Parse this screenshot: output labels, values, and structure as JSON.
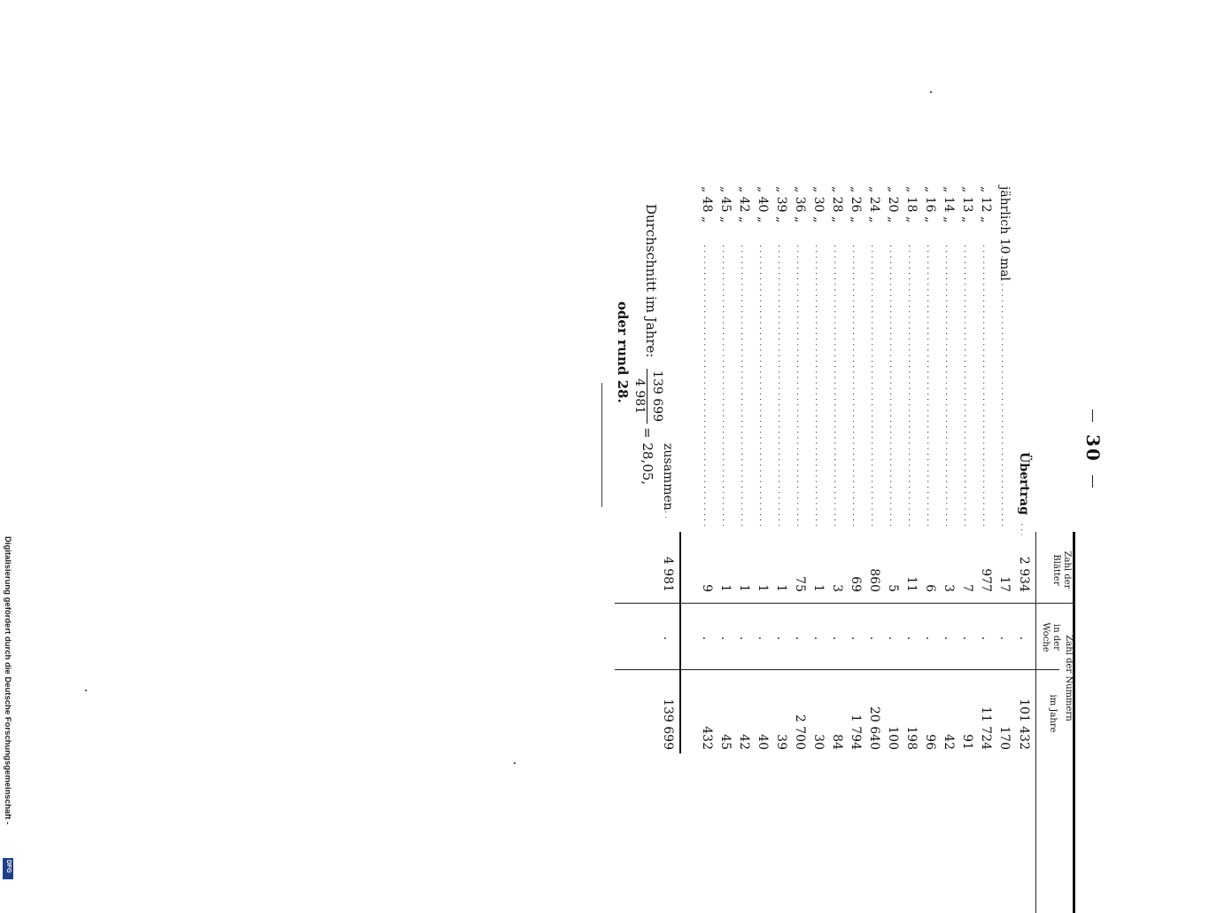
{
  "page_number": "30",
  "header": {
    "col1": "Zahl der Blätter",
    "group": "Zahl der Nummern",
    "col2": "in der Woche",
    "col3": "im Jahre"
  },
  "carry_label": "Übertrag",
  "carry": {
    "blaetter": "2 934",
    "woche": ".",
    "jahre": "101 432"
  },
  "rows": [
    {
      "label": "jährlich 10 mal",
      "blaetter": "17",
      "woche": ".",
      "jahre": "170"
    },
    {
      "label": "„ 12 „",
      "blaetter": "977",
      "woche": ".",
      "jahre": "11 724"
    },
    {
      "label": "„ 13 „",
      "blaetter": "7",
      "woche": ".",
      "jahre": "91"
    },
    {
      "label": "„ 14 „",
      "blaetter": "3",
      "woche": ".",
      "jahre": "42"
    },
    {
      "label": "„ 16 „",
      "blaetter": "6",
      "woche": ".",
      "jahre": "96"
    },
    {
      "label": "„ 18 „",
      "blaetter": "11",
      "woche": ".",
      "jahre": "198"
    },
    {
      "label": "„ 20 „",
      "blaetter": "5",
      "woche": ".",
      "jahre": "100"
    },
    {
      "label": "„ 24 „",
      "blaetter": "860",
      "woche": ".",
      "jahre": "20 640"
    },
    {
      "label": "„ 26 „",
      "blaetter": "69",
      "woche": ".",
      "jahre": "1 794"
    },
    {
      "label": "„ 28 „",
      "blaetter": "3",
      "woche": ".",
      "jahre": "84"
    },
    {
      "label": "„ 30 „",
      "blaetter": "1",
      "woche": ".",
      "jahre": "30"
    },
    {
      "label": "„ 36 „",
      "blaetter": "75",
      "woche": ".",
      "jahre": "2 700"
    },
    {
      "label": "„ 39 „",
      "blaetter": "1",
      "woche": ".",
      "jahre": "39"
    },
    {
      "label": "„ 40 „",
      "blaetter": "1",
      "woche": ".",
      "jahre": "40"
    },
    {
      "label": "„ 42 „",
      "blaetter": "1",
      "woche": ".",
      "jahre": "42"
    },
    {
      "label": "„ 45 „",
      "blaetter": "1",
      "woche": ".",
      "jahre": "45"
    },
    {
      "label": "„ 48 „",
      "blaetter": "9",
      "woche": ".",
      "jahre": "432"
    }
  ],
  "total": {
    "label": "zusammen",
    "blaetter": "4 981",
    "woche": ".",
    "jahre": "139 699"
  },
  "average": {
    "label": "Durchschnitt im Jahre:",
    "numerator": "139 699",
    "denominator": "4 981",
    "result": "= 28,05,",
    "rounded": "oder rund 28."
  },
  "credit": "Digitalisierung gefördert durch die Deutsche Forschungsgemeinschaft -",
  "logo_text": "DFG"
}
